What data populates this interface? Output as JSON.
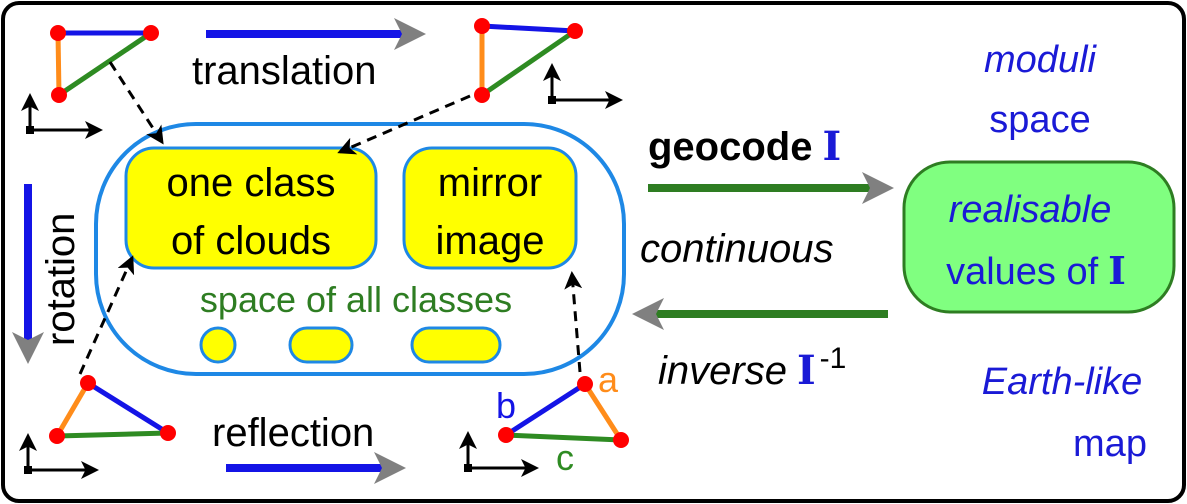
{
  "labels": {
    "translation": "translation",
    "rotation": "rotation",
    "reflection": "reflection",
    "one_class_line1": "one class",
    "one_class_line2": "of clouds",
    "mirror_line1": "mirror",
    "mirror_line2": "image",
    "space_of_all_classes": "space of all classes",
    "geocode": "geocode",
    "geocode_symbol": "I",
    "continuous": "continuous",
    "inverse": "inverse",
    "inverse_symbol": "I",
    "inverse_exponent": "-1",
    "moduli": "moduli",
    "space": "space",
    "realisable": "realisable",
    "values_of": "values of",
    "values_symbol": "I",
    "earth_like": "Earth-like",
    "map": "map",
    "side_a": "a",
    "side_b": "b",
    "side_c": "c"
  },
  "colors": {
    "frame": "#000000",
    "outer_oval": "#1e88e5",
    "class_box_fill": "#ffff00",
    "class_box_stroke": "#1e88e5",
    "green_text": "#2e7d22",
    "blue_text": "#1a1ad6",
    "realisable_fill": "#80ff80",
    "realisable_stroke": "#2e7d22",
    "arrow_blue": "#1414e6",
    "arrow_green": "#2e7d22",
    "arrow_tip": "#808080",
    "vertex_red": "#ff0000",
    "edge_orange": "#ff8c1a",
    "edge_blue": "#1414e6",
    "edge_green": "#2e8b22"
  }
}
